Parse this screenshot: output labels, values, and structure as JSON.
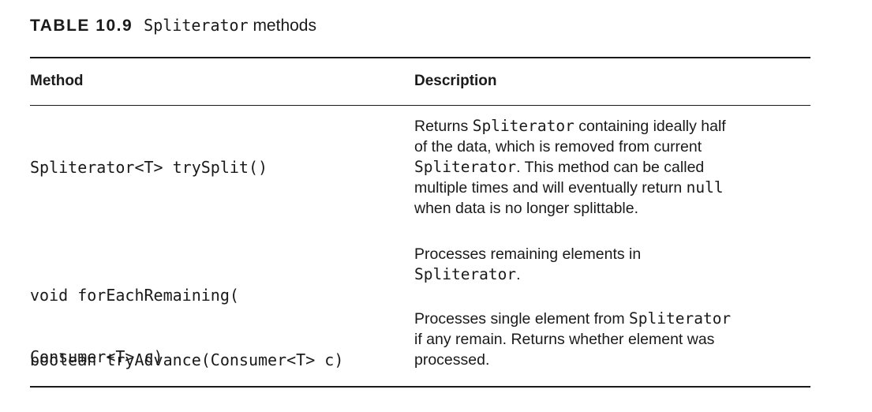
{
  "caption": {
    "label": "TABLE 10.9",
    "code": "Spliterator",
    "text": " methods"
  },
  "columns": {
    "method": "Method",
    "description": "Description"
  },
  "rows": [
    {
      "method_line1": "Spliterator<T> trySplit()",
      "desc": {
        "l1a": "Returns ",
        "l1b": "Spliterator",
        "l1c": " containing ideally half",
        "l2": "of the data, which is removed from current",
        "l3a": "Spliterator",
        "l3b": ". This method can be called",
        "l4a": "multiple times and will eventually return ",
        "l4b": "null",
        "l5": "when data is no longer splittable."
      }
    },
    {
      "method_line1": "void forEachRemaining(",
      "method_line2": "Consumer<T> c)",
      "desc": {
        "l1": "Processes remaining elements in",
        "l2a": "Spliterator",
        "l2b": "."
      }
    },
    {
      "method_line1": "boolean tryAdvance(Consumer<T> c)",
      "desc": {
        "l1a": "Processes single element from ",
        "l1b": "Spliterator",
        "l2": "if any remain. Returns whether element was",
        "l3": "processed."
      }
    }
  ]
}
